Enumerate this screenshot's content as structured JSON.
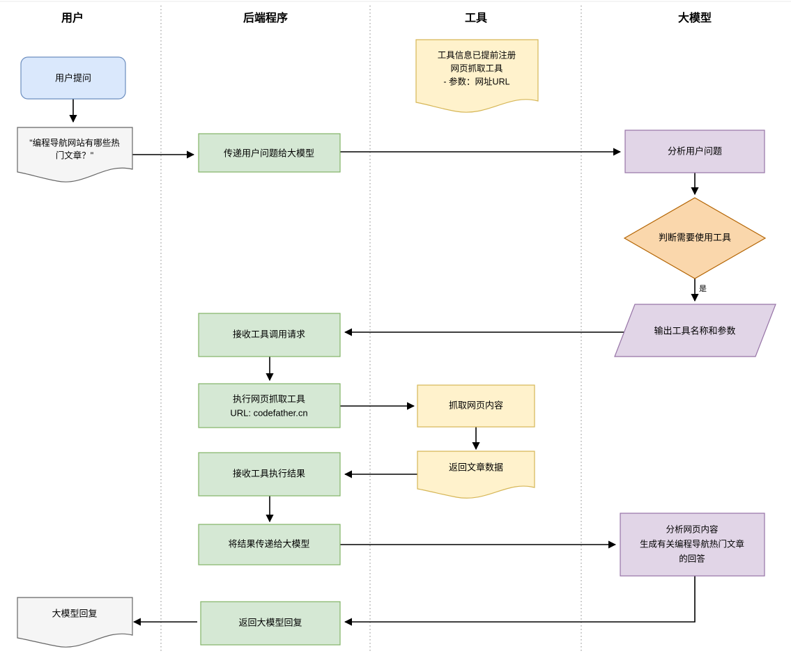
{
  "diagram": {
    "title_lanes": [
      {
        "id": "user",
        "label": "用户"
      },
      {
        "id": "backend",
        "label": "后端程序"
      },
      {
        "id": "tool",
        "label": "工具"
      },
      {
        "id": "model",
        "label": "大模型"
      }
    ],
    "colors": {
      "blue_fill": "#dae8fc",
      "blue_stroke": "#6c8ebf",
      "green_fill": "#d5e8d4",
      "green_stroke": "#82b366",
      "yellow_fill": "#fff2cc",
      "yellow_stroke": "#d6b656",
      "purple_fill": "#e1d5e7",
      "purple_stroke": "#9673a6",
      "orange_fill": "#fad7ac",
      "orange_stroke": "#b46504",
      "grey_fill": "#f5f5f5",
      "grey_stroke": "#666666",
      "edge": "#000000",
      "divider": "#9a9a9a"
    },
    "nodes": {
      "user_ask": {
        "label": "用户提问",
        "shape": "rounded-rect",
        "lane": "user"
      },
      "user_question": {
        "label_line1": "\"编程导航网站有哪些热",
        "label_line2": "门文章？\"",
        "shape": "document",
        "lane": "user"
      },
      "pass_question": {
        "label": "传递用户问题给大模型",
        "shape": "rect",
        "lane": "backend"
      },
      "tool_note": {
        "label_line1": "工具信息已提前注册",
        "label_line2": "网页抓取工具",
        "label_line3": "- 参数：网址URL",
        "shape": "document",
        "lane": "tool"
      },
      "analyze_question": {
        "label": "分析用户问题",
        "shape": "rect",
        "lane": "model"
      },
      "need_tool": {
        "label": "判断需要使用工具",
        "shape": "diamond",
        "lane": "model"
      },
      "output_tool": {
        "label": "输出工具名称和参数",
        "shape": "parallelogram",
        "lane": "model"
      },
      "receive_call": {
        "label": "接收工具调用请求",
        "shape": "rect",
        "lane": "backend"
      },
      "exec_tool": {
        "label_line1": "执行网页抓取工具",
        "label_line2": "URL: codefather.cn",
        "shape": "rect",
        "lane": "backend"
      },
      "fetch_page": {
        "label": "抓取网页内容",
        "shape": "rect",
        "lane": "tool"
      },
      "return_articles": {
        "label": "返回文章数据",
        "shape": "document",
        "lane": "tool"
      },
      "receive_result": {
        "label": "接收工具执行结果",
        "shape": "rect",
        "lane": "backend"
      },
      "pass_result": {
        "label": "将结果传递给大模型",
        "shape": "rect",
        "lane": "backend"
      },
      "analyze_page": {
        "label_line1": "分析网页内容",
        "label_line2": "生成有关编程导航热门文章",
        "label_line3": "的回答",
        "shape": "rect",
        "lane": "model"
      },
      "return_reply": {
        "label": "返回大模型回复",
        "shape": "rect",
        "lane": "backend"
      },
      "model_reply": {
        "label": "大模型回复",
        "shape": "document",
        "lane": "user"
      }
    },
    "edge_labels": {
      "yes": "是"
    }
  }
}
